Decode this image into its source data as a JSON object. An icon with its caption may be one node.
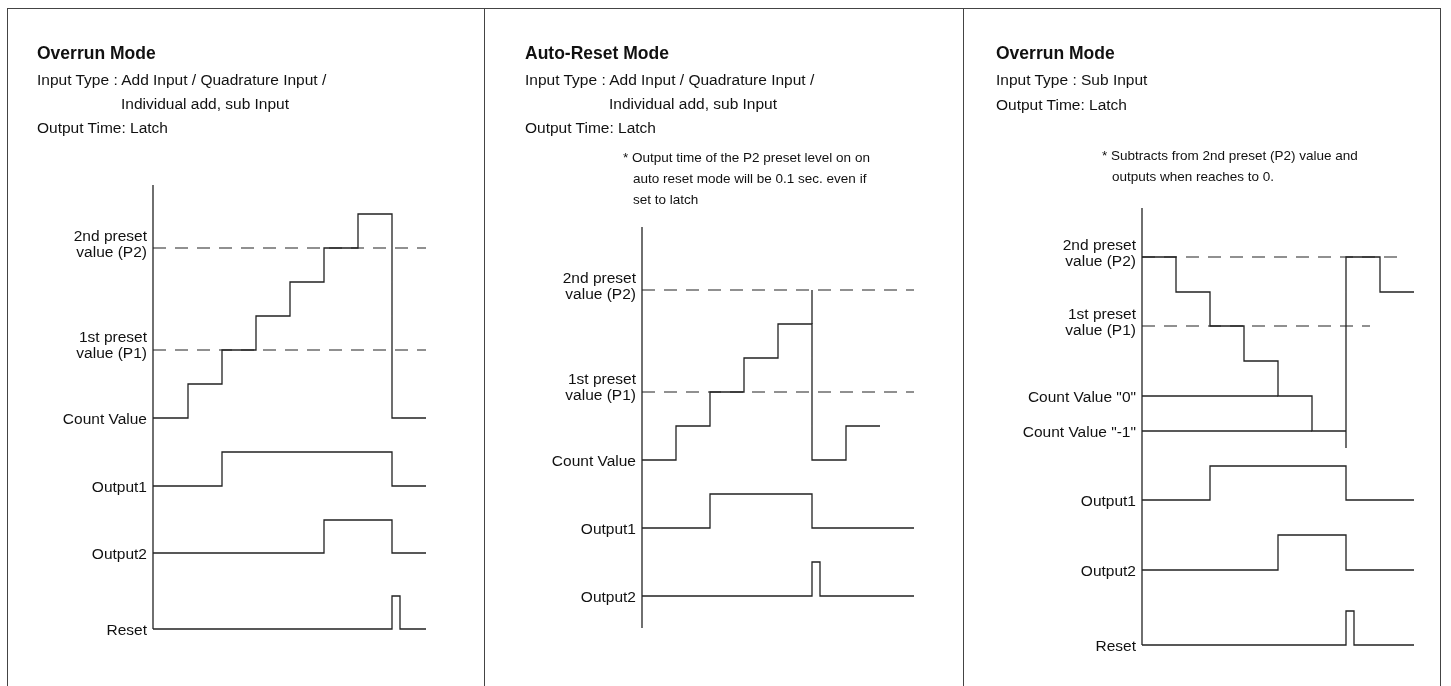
{
  "diagram": {
    "nodes": [
      {
        "text": [
          "Overrun Mode",
          "Input Type : Add Input / Quadrature Input / Individual add, sub Input",
          "Output Time: Latch"
        ]
      },
      {
        "text": [
          "Auto-Reset Mode",
          "Input Type : Add Input / Quadrature Input / Individual add, sub Input",
          "Output Time: Latch",
          "* Output time of the P2 preset level on on auto reset mode will be 0.1 sec. even if set to latch"
        ]
      },
      {
        "text": [
          "Overrun Mode",
          "Input Type : Sub Input",
          "Output Time: Latch",
          "* Subtracts from 2nd preset (P2) value and outputs when reaches to 0."
        ]
      }
    ],
    "labels": [
      "2nd preset value (P2)",
      "1st preset value (P1)",
      "Count Value",
      "Output1",
      "Output2",
      "Reset",
      "2nd preset value (P2)",
      "1st preset value (P1)",
      "Count Value",
      "Output1",
      "Output2",
      "2nd preset value (P2)",
      "1st preset value (P1)",
      "Count Value \"0\"",
      "Count Value \"-1\"",
      "Output1",
      "Output2",
      "Reset"
    ]
  }
}
